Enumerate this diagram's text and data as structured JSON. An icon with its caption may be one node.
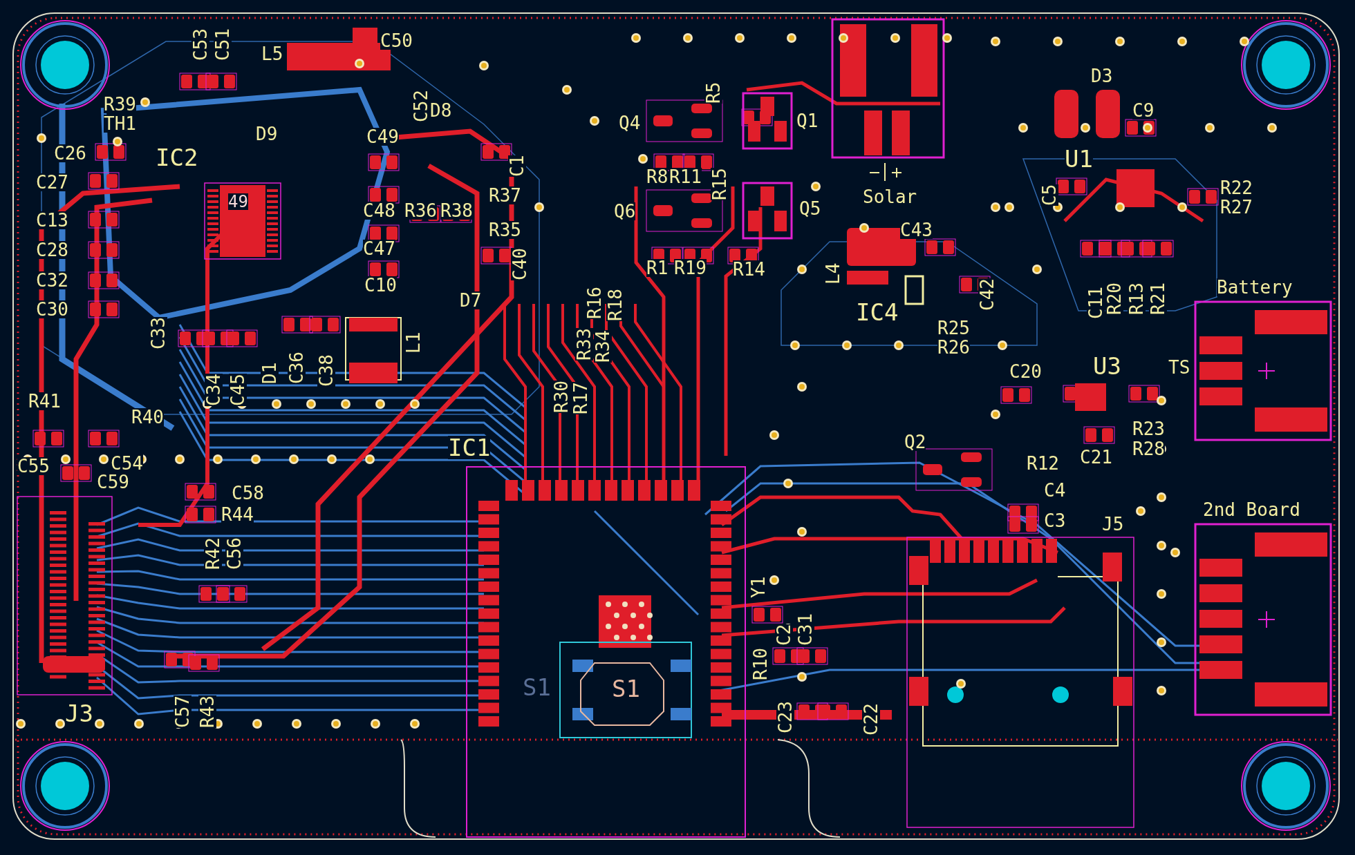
{
  "diagram": {
    "labels": [
      "C53",
      "C51",
      "L5",
      "C50",
      "R39",
      "TH1",
      "C52",
      "D8",
      "D9",
      "C26",
      "IC2",
      "49",
      "C49",
      "C27",
      "C1",
      "R37",
      "C13",
      "C48",
      "R36",
      "R38",
      "R35",
      "C40",
      "C28",
      "C47",
      "C32",
      "C10",
      "D7",
      "C30",
      "C33",
      "C34",
      "C45",
      "D1",
      "C36",
      "C38",
      "L1",
      "Q4",
      "R5",
      "Q1",
      "R8",
      "R11",
      "R15",
      "Q6",
      "Q5",
      "R1",
      "R19",
      "R14",
      "R16",
      "R18",
      "R33",
      "R34",
      "R30",
      "R17",
      "Solar",
      "C43",
      "L4",
      "IC4",
      "C42",
      "R25",
      "R26",
      "D3",
      "C9",
      "U1",
      "C5",
      "R22",
      "R27",
      "C11",
      "R20",
      "R13",
      "R21",
      "Battery",
      "C20",
      "U3",
      "TS",
      "R23",
      "R28",
      "C21",
      "R12",
      "Q2",
      "C4",
      "C3",
      "J5",
      "2nd Board",
      "R41",
      "R40",
      "C55",
      "C54",
      "C59",
      "IC1",
      "C58",
      "R44",
      "R42",
      "C56",
      "J3",
      "C57",
      "R43",
      "S1",
      "S1",
      "Y1",
      "C2",
      "C31",
      "R10",
      "C23",
      "C22"
    ]
  }
}
